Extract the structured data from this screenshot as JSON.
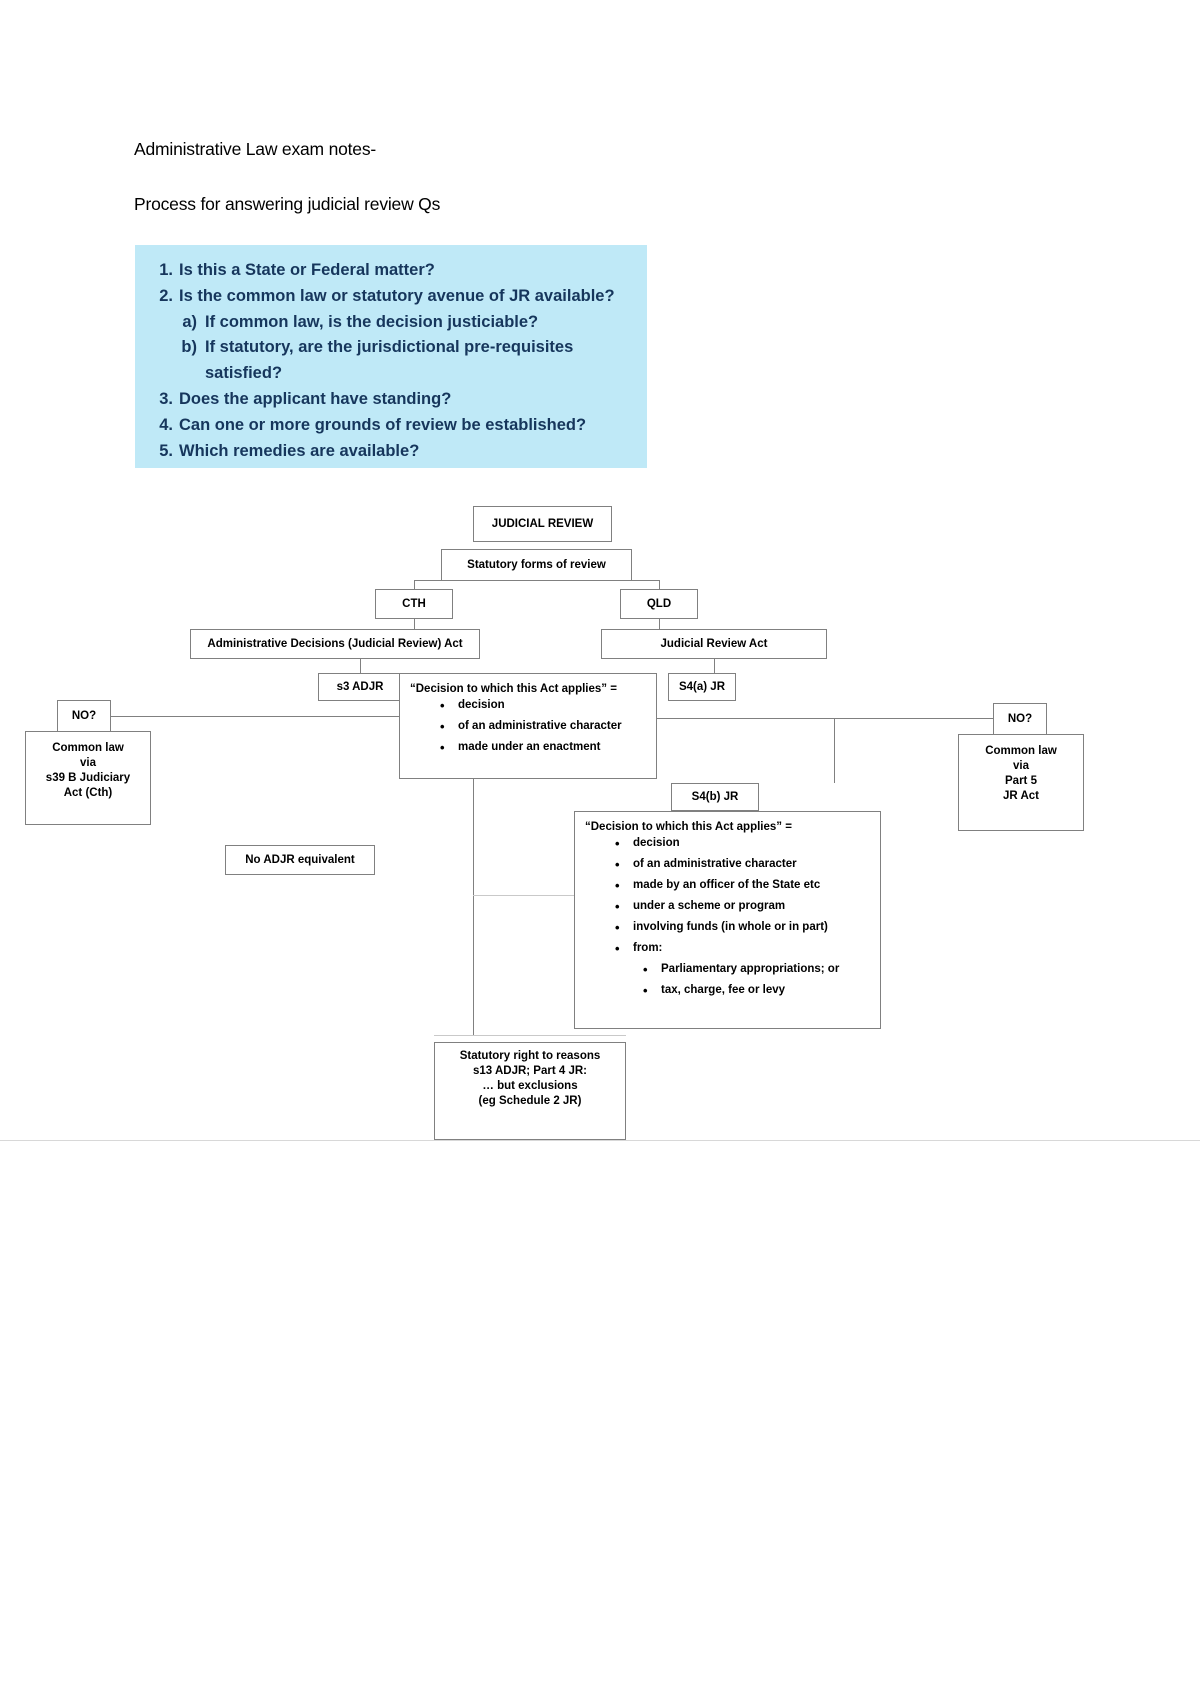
{
  "document": {
    "title": "Administrative Law exam notes-",
    "subtitle": "Process for answering judicial review Qs"
  },
  "process_box": {
    "background_color": "#bfe9f7",
    "text_color": "#16365c",
    "items": [
      {
        "marker": "1.",
        "text": "Is this a State or Federal matter?"
      },
      {
        "marker": "2.",
        "text": "Is the common law or statutory avenue of JR available?"
      },
      {
        "marker": "a)",
        "text": "If common law, is the decision justiciable?",
        "level": 2
      },
      {
        "marker": "b)",
        "text": "If statutory, are the jurisdictional pre-requisites",
        "level": 2
      },
      {
        "marker": "",
        "text": "satisfied?",
        "level": 2,
        "continuation": true
      },
      {
        "marker": "3.",
        "text": "Does the applicant have standing?"
      },
      {
        "marker": "4.",
        "text": "Can one or more grounds of review be established?"
      },
      {
        "marker": "5.",
        "text": "Which remedies are available?"
      }
    ]
  },
  "flowchart": {
    "nodes": {
      "judicial_review": "JUDICIAL REVIEW",
      "statutory_forms": "Statutory forms of review",
      "cth": "CTH",
      "qld": "QLD",
      "adjr_act": "Administrative Decisions (Judicial Review) Act",
      "jr_act": "Judicial Review Act",
      "s3_adjr": "s3 ADJR",
      "s4a_jr": "S4(a) JR",
      "s4b_jr": "S4(b) JR",
      "no_left": "NO?",
      "no_right": "NO?",
      "no_adjr_equivalent": "No ADJR equivalent"
    },
    "common_law_left": {
      "lines": [
        "Common law",
        "via",
        "s39 B Judiciary",
        "Act (Cth)"
      ]
    },
    "common_law_right": {
      "lines": [
        "Common law",
        "via",
        "Part 5",
        "JR Act"
      ]
    },
    "cth_definition": {
      "title": "“Decision to which this Act applies” =",
      "bullets": [
        "decision",
        "of an administrative character",
        "made under an enactment"
      ]
    },
    "qld_definition": {
      "title": "“Decision to which this Act applies” =",
      "bullets": [
        "decision",
        "of an administrative character",
        "made by an officer of the State etc",
        "under a scheme or program",
        "involving funds (in whole or in part)",
        "from:"
      ],
      "sub_bullets": [
        "Parliamentary appropriations; or",
        "tax, charge, fee or levy"
      ]
    },
    "reasons_box": {
      "lines": [
        "Statutory right to reasons",
        "s13 ADJR; Part 4 JR:",
        "… but exclusions",
        "(eg Schedule 2 JR)"
      ]
    }
  }
}
